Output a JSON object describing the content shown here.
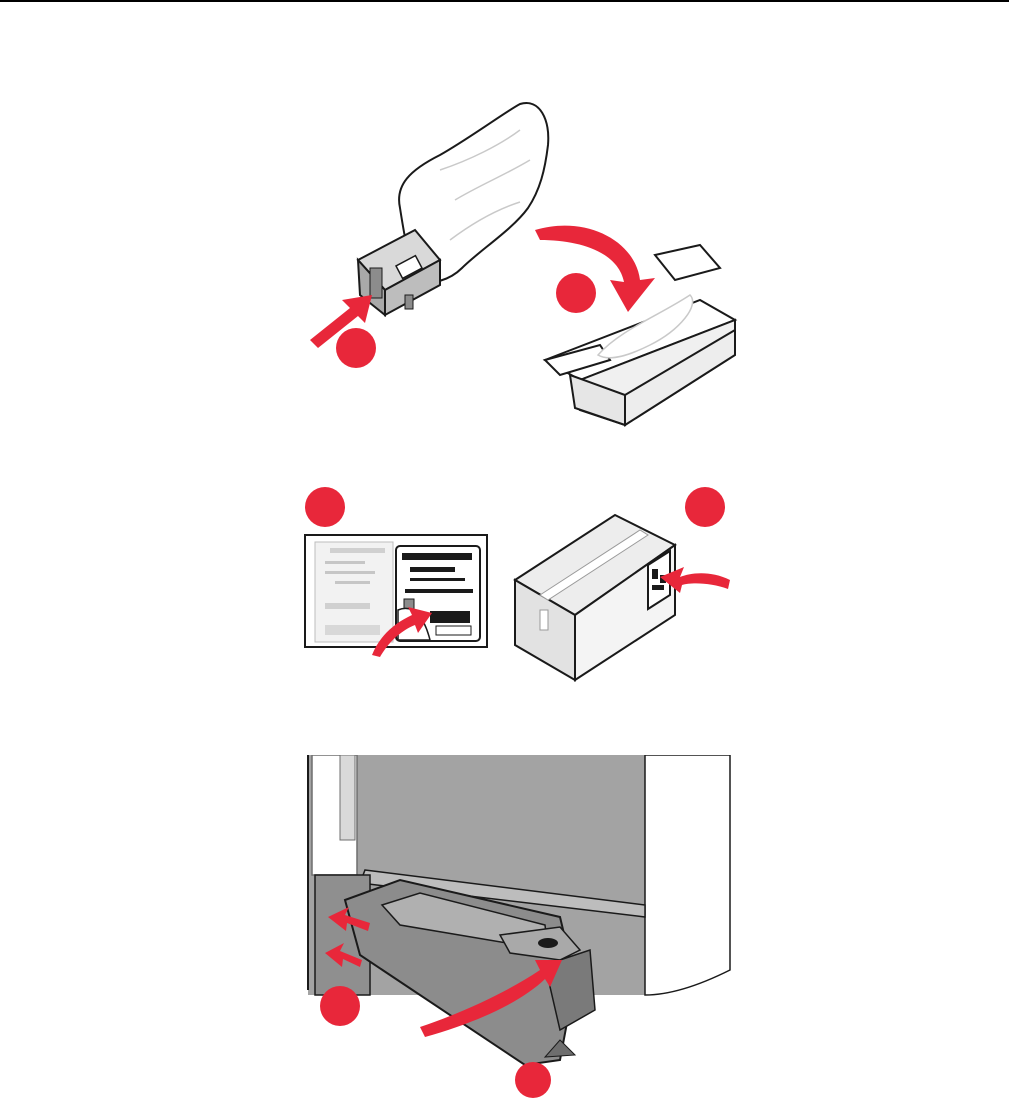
{
  "document": {
    "figures": [
      {
        "id": "step-1",
        "callouts": [
          "",
          ""
        ]
      },
      {
        "id": "step-2",
        "callouts": [
          "",
          ""
        ]
      },
      {
        "id": "step-3",
        "callouts": [
          "",
          ""
        ]
      }
    ]
  },
  "colors": {
    "callout_red": "#e8273a",
    "arrow_red": "#e8273a",
    "outline": "#1a1a1a",
    "printer_gray": "#a3a3a3",
    "printer_dark": "#6e6e6e",
    "cartridge_gray": "#8c8c8c",
    "box_fill": "#ededed",
    "label_fill": "#f2f2f2"
  },
  "icons": [
    "waste-container-icon",
    "plastic-bag-icon",
    "shipping-box-icon",
    "shipping-label-icon",
    "printer-body-icon"
  ]
}
